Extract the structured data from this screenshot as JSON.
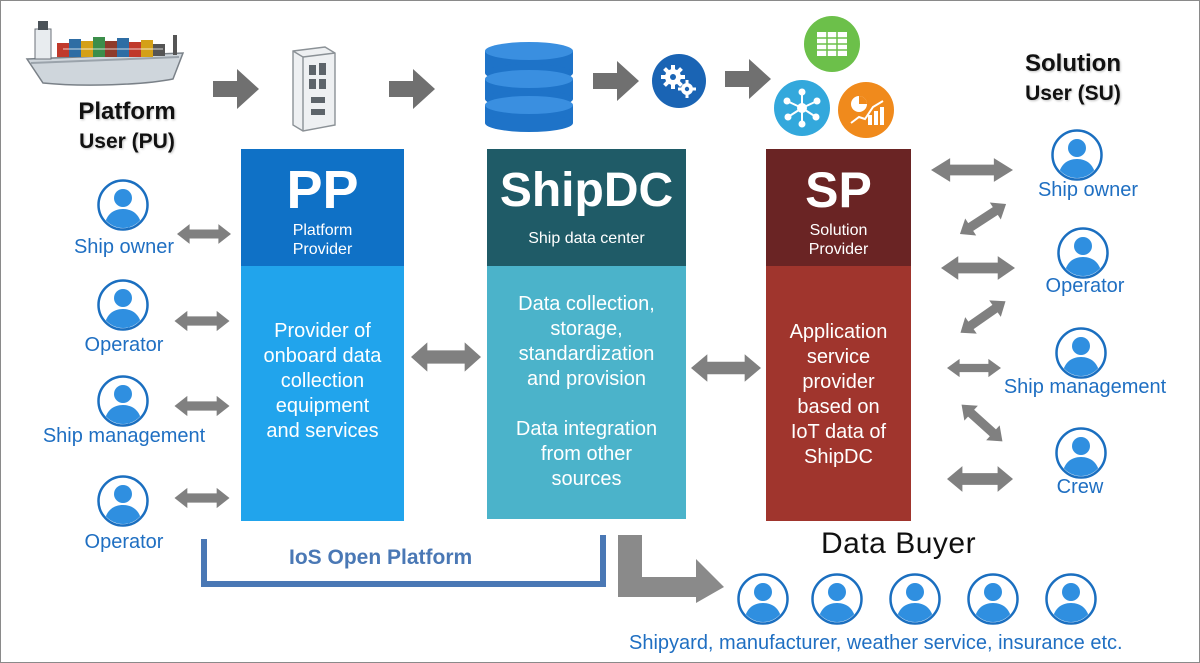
{
  "platform_user": {
    "title": "Platform",
    "subtitle": "User (PU)"
  },
  "solution_user": {
    "title": "Solution",
    "subtitle": "User (SU)"
  },
  "pu_users": [
    "Ship owner",
    "Operator",
    "Ship management",
    "Operator"
  ],
  "su_users": [
    "Ship owner",
    "Operator",
    "Ship management",
    "Crew"
  ],
  "pp": {
    "abbr": "PP",
    "name_line1": "Platform",
    "name_line2": "Provider",
    "description": [
      "Provider of",
      "onboard data",
      "collection",
      "equipment",
      "and services"
    ],
    "colors": {
      "header": "#0f71c6",
      "body": "#21a4ec"
    }
  },
  "shipdc": {
    "abbr": "ShipDC",
    "name": "Ship data center",
    "description_1": [
      "Data collection,",
      "storage,",
      "standardization",
      "and provision"
    ],
    "description_2": [
      "Data integration",
      "from other",
      "sources"
    ],
    "colors": {
      "header": "#1f5b67",
      "body": "#4bb3ca"
    }
  },
  "sp": {
    "abbr": "SP",
    "name_line1": "Solution",
    "name_line2": "Provider",
    "description": [
      "Application",
      "service",
      "provider",
      "based on",
      "IoT data of",
      "ShipDC"
    ],
    "colors": {
      "header": "#6a2424",
      "body": "#a0352d"
    }
  },
  "open_platform": "IoS Open Platform",
  "data_buyer": {
    "title": "Data Buyer",
    "caption": "Shipyard, manufacturer, weather service, insurance etc.",
    "icon_count": 5
  },
  "icons": [
    "ship-icon",
    "gateway-device-icon",
    "database-icon",
    "gears-icon",
    "spreadsheet-icon",
    "network-icon",
    "analytics-icon",
    "person-icon"
  ],
  "accent_colors": {
    "label_blue": "#1f6fc2",
    "arrow_gray": "#808080",
    "platform_bracket": "#4a78b5"
  }
}
